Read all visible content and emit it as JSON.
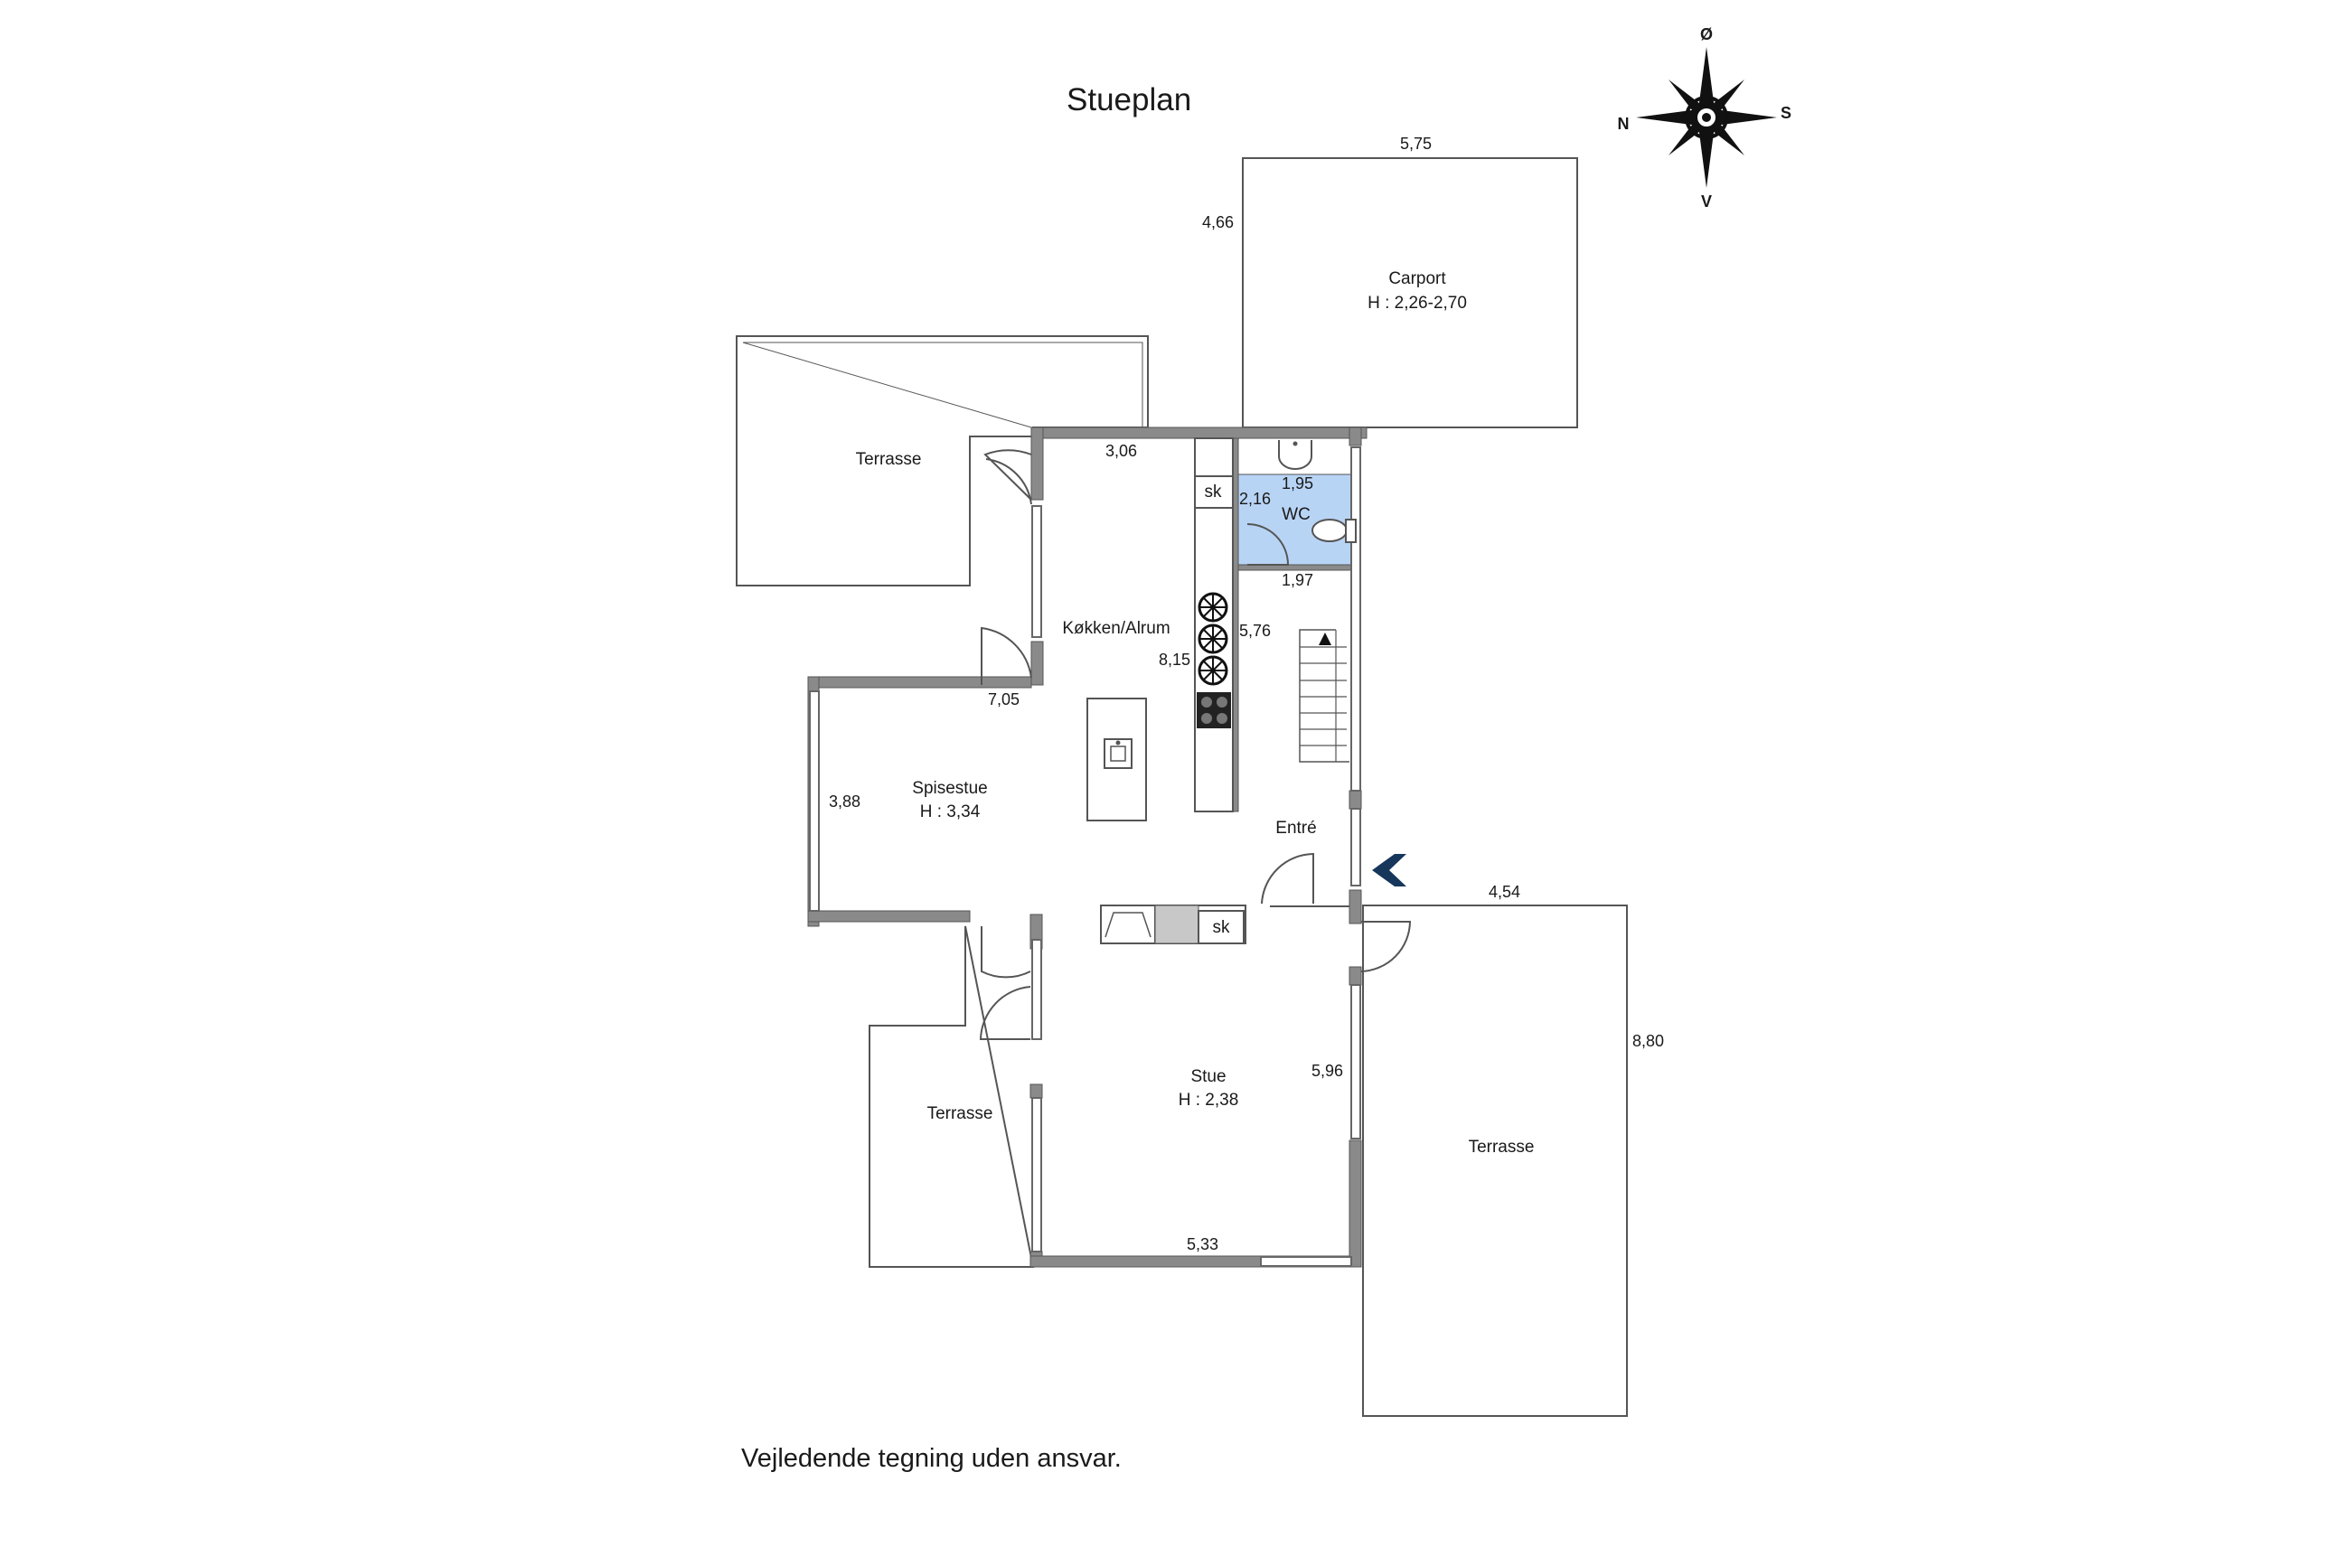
{
  "title": "Stueplan",
  "disclaimer": "Vejledende tegning uden ansvar.",
  "compass": {
    "north": "N",
    "east": "Ø",
    "south": "S",
    "west": "V"
  },
  "rooms": {
    "carport": {
      "name": "Carport",
      "height": "H : 2,26-2,70"
    },
    "terrace_top": {
      "name": "Terrasse"
    },
    "kitchen": {
      "name": "Køkken/Alrum"
    },
    "wc": {
      "name": "WC"
    },
    "dining": {
      "name": "Spisestue",
      "height": "H : 3,34"
    },
    "entry": {
      "name": "Entré"
    },
    "living": {
      "name": "Stue",
      "height": "H : 2,38"
    },
    "terrace_bottom_left": {
      "name": "Terrasse"
    },
    "terrace_right": {
      "name": "Terrasse"
    }
  },
  "dimensions": {
    "carport_width": "5,75",
    "carport_depth": "4,66",
    "kitchen_width": "3,06",
    "kitchen_length": "8,15",
    "wc_top": "1,95",
    "wc_side": "2,16",
    "wc_bottom": "1,97",
    "hall_length": "5,76",
    "dining_width": "7,05",
    "dining_depth": "3,88",
    "living_side": "5,96",
    "living_bottom": "5,33",
    "terrace_right_width": "4,54",
    "terrace_right_length": "8,80"
  },
  "cabinet_labels": {
    "kitchen_top": "sk",
    "island_bottom": "sk"
  },
  "colors": {
    "wc_fill": "#b8d4f5",
    "entry_arrow": "#16365c",
    "wall": "#8a8a8a"
  }
}
